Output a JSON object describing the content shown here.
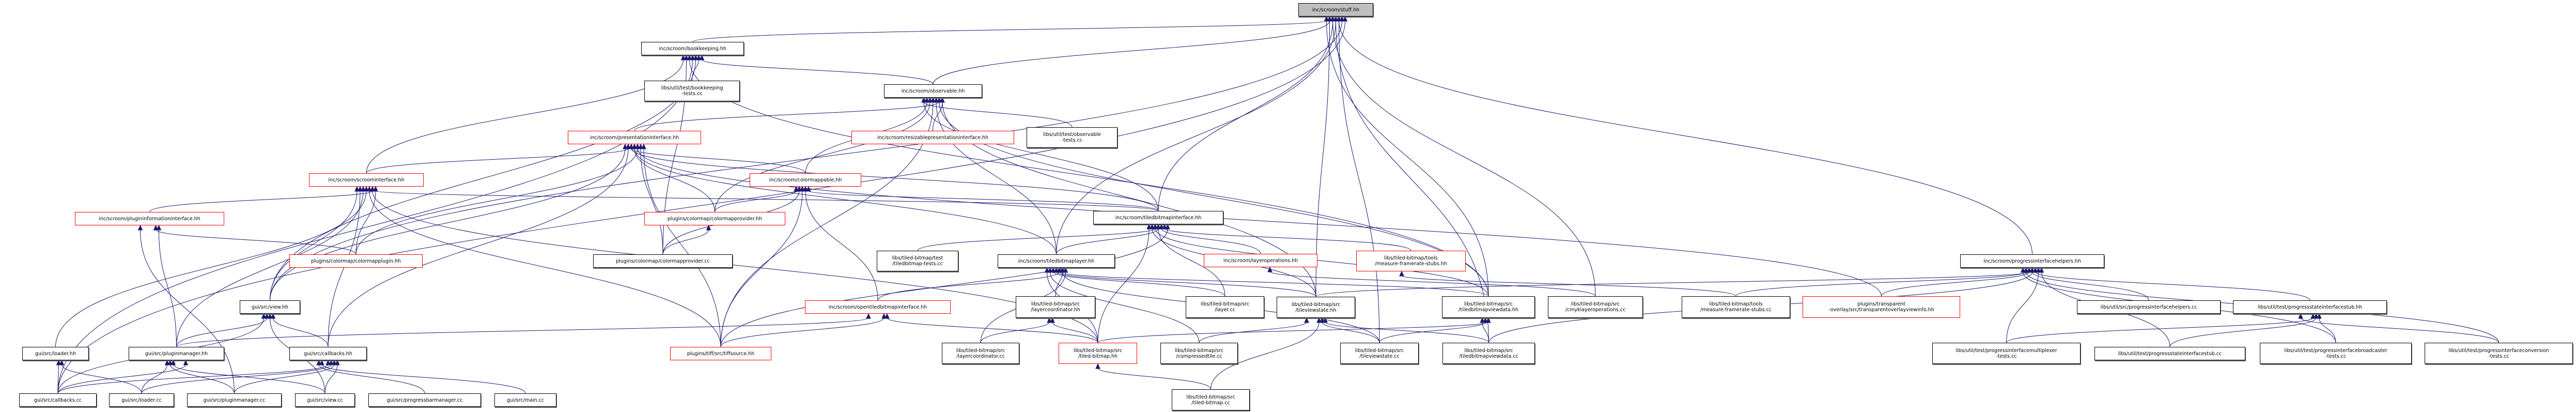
{
  "graph": {
    "title": "Include dependency graph for inc/scroom/stuff.hh",
    "colors": {
      "edge": "#191970",
      "root_fill": "#bfbfbf",
      "incomplete_border": "#ff0000",
      "normal_border": "#000000"
    },
    "nodes": [
      {
        "id": "stuff",
        "label": "inc/scroom/stuff.hh",
        "style": "root"
      },
      {
        "id": "bookkeeping",
        "label": "inc/scroom/bookkeeping.hh",
        "style": "normal"
      },
      {
        "id": "bookkeeping_tests",
        "label": "libs/util/test/bookkeeping\n-tests.cc",
        "style": "normal"
      },
      {
        "id": "observable",
        "label": "inc/scroom/observable.hh",
        "style": "normal"
      },
      {
        "id": "presentationinterface",
        "label": "inc/scroom/presentationinterface.hh",
        "style": "red"
      },
      {
        "id": "resizablepresentationinterface",
        "label": "inc/scroom/resizablepresentationinterface.hh",
        "style": "red"
      },
      {
        "id": "observable_tests",
        "label": "libs/util/test/observable\n-tests.cc",
        "style": "normal"
      },
      {
        "id": "scroominterface",
        "label": "inc/scroom/scroominterface.hh",
        "style": "red"
      },
      {
        "id": "colormappable",
        "label": "inc/scroom/colormappable.hh",
        "style": "red"
      },
      {
        "id": "plugininformationinterface",
        "label": "inc/scroom/plugininformationinterface.hh",
        "style": "red"
      },
      {
        "id": "colormapprovider_hh",
        "label": "plugins/colormap/colormapprovider.hh",
        "style": "red"
      },
      {
        "id": "tiledbitmapinterface",
        "label": "inc/scroom/tiledbitmapinterface.hh",
        "style": "normal"
      },
      {
        "id": "colormapplugin",
        "label": "plugins/colormap/colormapplugin.hh",
        "style": "red"
      },
      {
        "id": "colormapprovider_cc",
        "label": "plugins/colormap/colormapprovider.cc",
        "style": "normal"
      },
      {
        "id": "tiledbitmap_tests",
        "label": "libs/tiled-bitmap/test\n/tiledbitmap-tests.cc",
        "style": "normal"
      },
      {
        "id": "tiledbitmaplayer",
        "label": "inc/scroom/tiledbitmaplayer.hh",
        "style": "normal"
      },
      {
        "id": "layeroperations",
        "label": "inc/scroom/layeroperations.hh",
        "style": "red"
      },
      {
        "id": "measure_stubs_hh",
        "label": "libs/tiled-bitmap/tools\n/measure-framerate-stubs.hh",
        "style": "red"
      },
      {
        "id": "progressinterfacehelpers_hh",
        "label": "inc/scroom/progressinterfacehelpers.hh",
        "style": "normal"
      },
      {
        "id": "view_hh",
        "label": "gui/src/view.hh",
        "style": "normal"
      },
      {
        "id": "opentiledbitmapinterface",
        "label": "inc/scroom/opentiledbitmapinterface.hh",
        "style": "red"
      },
      {
        "id": "layercoordinator_hh",
        "label": "libs/tiled-bitmap/src\n/layercoordinator.hh",
        "style": "normal"
      },
      {
        "id": "layer_cc",
        "label": "libs/tiled-bitmap/src\n/layer.cc",
        "style": "normal"
      },
      {
        "id": "tileviewstate_hh",
        "label": "libs/tiled-bitmap/src\n/tileviewstate.hh",
        "style": "normal"
      },
      {
        "id": "tiledbitmapviewdata_hh",
        "label": "libs/tiled-bitmap/src\n/tiledbitmapviewdata.hh",
        "style": "normal"
      },
      {
        "id": "cmyklayeroperations",
        "label": "libs/tiled-bitmap/src\n/cmyklayeroperations.cc",
        "style": "normal"
      },
      {
        "id": "measure_stubs_cc",
        "label": "libs/tiled-bitmap/tools\n/measure-framerate-stubs.cc",
        "style": "normal"
      },
      {
        "id": "transparentoverlayviewinfo",
        "label": "plugins/transparent\n-overlay/src/transparentoverlayviewinfo.hh",
        "style": "red"
      },
      {
        "id": "progressinterfacehelpers_cc",
        "label": "libs/util/src/progressinterfacehelpers.cc",
        "style": "normal"
      },
      {
        "id": "progressstateinterfacestub_hh",
        "label": "libs/util/test/progressstateinterfacestub.hh",
        "style": "normal"
      },
      {
        "id": "loader_hh",
        "label": "gui/src/loader.hh",
        "style": "normal"
      },
      {
        "id": "pluginmanager_hh",
        "label": "gui/src/pluginmanager.hh",
        "style": "normal"
      },
      {
        "id": "callbacks_hh",
        "label": "gui/src/callbacks.hh",
        "style": "normal"
      },
      {
        "id": "tiffsource",
        "label": "plugins/tiff/src/tiffsource.hh",
        "style": "red"
      },
      {
        "id": "layercoordinator_cc",
        "label": "libs/tiled-bitmap/src\n/layercoordinator.cc",
        "style": "normal"
      },
      {
        "id": "tiled_bitmap_hh",
        "label": "libs/tiled-bitmap/src\n/tiled-bitmap.hh",
        "style": "red"
      },
      {
        "id": "compressedtile",
        "label": "libs/tiled-bitmap/src\n/compressedtile.cc",
        "style": "normal"
      },
      {
        "id": "tileviewstate_cc",
        "label": "libs/tiled-bitmap/src\n/tileviewstate.cc",
        "style": "normal"
      },
      {
        "id": "tiledbitmapviewdata_cc",
        "label": "libs/tiled-bitmap/src\n/tiledbitmapviewdata.cc",
        "style": "normal"
      },
      {
        "id": "multiplexer_tests",
        "label": "libs/util/test/progressinterfacemultiplexer\n-tests.cc",
        "style": "normal"
      },
      {
        "id": "progressstateinterfacestub_cc",
        "label": "libs/util/test/progressstateinterfacestub.cc",
        "style": "normal"
      },
      {
        "id": "broadcaster_tests",
        "label": "libs/util/test/progressinterfacebroadcaster\n-tests.cc",
        "style": "normal"
      },
      {
        "id": "conversion_tests",
        "label": "libs/util/test/progressinterfaceconversion\n-tests.cc",
        "style": "normal"
      },
      {
        "id": "callbacks_cc",
        "label": "gui/src/callbacks.cc",
        "style": "normal"
      },
      {
        "id": "loader_cc",
        "label": "gui/src/loader.cc",
        "style": "normal"
      },
      {
        "id": "pluginmanager_cc",
        "label": "gui/src/pluginmanager.cc",
        "style": "normal"
      },
      {
        "id": "view_cc",
        "label": "gui/src/view.cc",
        "style": "normal"
      },
      {
        "id": "progressbarmanager",
        "label": "gui/src/progressbarmanager.cc",
        "style": "normal"
      },
      {
        "id": "main_cc",
        "label": "gui/src/main.cc",
        "style": "normal"
      },
      {
        "id": "tiled_bitmap_cc",
        "label": "libs/tiled-bitmap/src\n/tiled-bitmap.cc",
        "style": "normal"
      }
    ],
    "edges": [
      [
        "bookkeeping",
        "stuff"
      ],
      [
        "observable",
        "stuff"
      ],
      [
        "tiledbitmapinterface",
        "stuff"
      ],
      [
        "tiledbitmaplayer",
        "stuff"
      ],
      [
        "progressinterfacehelpers_hh",
        "stuff"
      ],
      [
        "view_hh",
        "stuff"
      ],
      [
        "callbacks_cc",
        "stuff"
      ],
      [
        "tiledbitmapviewdata_hh",
        "stuff"
      ],
      [
        "tileviewstate_hh",
        "stuff"
      ],
      [
        "cmyklayeroperations",
        "stuff"
      ],
      [
        "tiledbitmapviewdata_cc",
        "stuff"
      ],
      [
        "tileviewstate_cc",
        "stuff"
      ],
      [
        "bookkeeping_tests",
        "bookkeeping"
      ],
      [
        "observable",
        "bookkeeping"
      ],
      [
        "scroominterface",
        "bookkeeping"
      ],
      [
        "colormapprovider_cc",
        "bookkeeping"
      ],
      [
        "tiledbitmapviewdata_hh",
        "bookkeeping"
      ],
      [
        "callbacks_cc",
        "bookkeeping"
      ],
      [
        "view_hh",
        "bookkeeping"
      ],
      [
        "presentationinterface",
        "observable"
      ],
      [
        "resizablepresentationinterface",
        "observable"
      ],
      [
        "observable_tests",
        "observable"
      ],
      [
        "colormappable",
        "observable"
      ],
      [
        "colormapprovider_hh",
        "observable"
      ],
      [
        "tiffsource",
        "observable"
      ],
      [
        "tiledbitmaplayer",
        "observable"
      ],
      [
        "tiledbitmapviewdata_hh",
        "observable"
      ],
      [
        "tileviewstate_hh",
        "observable"
      ],
      [
        "tiledbitmapinterface",
        "observable"
      ],
      [
        "scroominterface",
        "presentationinterface"
      ],
      [
        "colormappable",
        "presentationinterface"
      ],
      [
        "colormapprovider_hh",
        "presentationinterface"
      ],
      [
        "colormapplugin",
        "presentationinterface"
      ],
      [
        "colormapprovider_cc",
        "presentationinterface"
      ],
      [
        "tiffsource",
        "presentationinterface"
      ],
      [
        "view_hh",
        "presentationinterface"
      ],
      [
        "callbacks_hh",
        "presentationinterface"
      ],
      [
        "tiledbitmapinterface",
        "presentationinterface"
      ],
      [
        "tiledbitmaplayer",
        "presentationinterface"
      ],
      [
        "transparentoverlayviewinfo",
        "presentationinterface"
      ],
      [
        "plugininformationinterface",
        "scroominterface"
      ],
      [
        "colormapplugin",
        "scroominterface"
      ],
      [
        "view_hh",
        "scroominterface"
      ],
      [
        "callbacks_hh",
        "scroominterface"
      ],
      [
        "pluginmanager_hh",
        "scroominterface"
      ],
      [
        "loader_hh",
        "scroominterface"
      ],
      [
        "tiffsource",
        "scroominterface"
      ],
      [
        "tiled_bitmap_hh",
        "scroominterface"
      ],
      [
        "tiledbitmapinterface",
        "scroominterface"
      ],
      [
        "colormapprovider_hh",
        "colormappable"
      ],
      [
        "colormapprovider_cc",
        "colormappable"
      ],
      [
        "tiffsource",
        "colormappable"
      ],
      [
        "opentiledbitmapinterface",
        "colormappable"
      ],
      [
        "tiledbitmapinterface",
        "colormappable"
      ],
      [
        "colormapplugin",
        "plugininformationinterface"
      ],
      [
        "pluginmanager_hh",
        "plugininformationinterface"
      ],
      [
        "pluginmanager_cc",
        "plugininformationinterface"
      ],
      [
        "colormapprovider_cc",
        "colormapprovider_hh"
      ],
      [
        "tiledbitmap_tests",
        "tiledbitmapinterface"
      ],
      [
        "tiledbitmaplayer",
        "tiledbitmapinterface"
      ],
      [
        "layeroperations",
        "tiledbitmapinterface"
      ],
      [
        "measure_stubs_hh",
        "tiledbitmapinterface"
      ],
      [
        "tiffsource",
        "tiledbitmapinterface"
      ],
      [
        "tiled_bitmap_hh",
        "tiledbitmapinterface"
      ],
      [
        "tileviewstate_hh",
        "tiledbitmapinterface"
      ],
      [
        "tiledbitmapviewdata_hh",
        "tiledbitmapinterface"
      ],
      [
        "layer_cc",
        "tiledbitmapinterface"
      ],
      [
        "opentiledbitmapinterface",
        "tiledbitmaplayer"
      ],
      [
        "layercoordinator_hh",
        "tiledbitmaplayer"
      ],
      [
        "layercoordinator_cc",
        "tiledbitmaplayer"
      ],
      [
        "tiled_bitmap_hh",
        "tiledbitmaplayer"
      ],
      [
        "compressedtile",
        "tiledbitmaplayer"
      ],
      [
        "layer_cc",
        "tiledbitmaplayer"
      ],
      [
        "tileviewstate_hh",
        "tiledbitmaplayer"
      ],
      [
        "tiledbitmapviewdata_hh",
        "tiledbitmaplayer"
      ],
      [
        "tileviewstate_cc",
        "tiledbitmaplayer"
      ],
      [
        "cmyklayeroperations",
        "layeroperations"
      ],
      [
        "measure_stubs_cc",
        "measure_stubs_hh"
      ],
      [
        "measure_stubs_cc",
        "progressinterfacehelpers_hh"
      ],
      [
        "transparentoverlayviewinfo",
        "progressinterfacehelpers_hh"
      ],
      [
        "progressinterfacehelpers_cc",
        "progressinterfacehelpers_hh"
      ],
      [
        "progressstateinterfacestub_hh",
        "progressinterfacehelpers_hh"
      ],
      [
        "multiplexer_tests",
        "progressinterfacehelpers_hh"
      ],
      [
        "progressstateinterfacestub_cc",
        "progressinterfacehelpers_hh"
      ],
      [
        "broadcaster_tests",
        "progressinterfacehelpers_hh"
      ],
      [
        "conversion_tests",
        "progressinterfacehelpers_hh"
      ],
      [
        "tileviewstate_hh",
        "progressinterfacehelpers_hh"
      ],
      [
        "tiledbitmapviewdata_cc",
        "progressinterfacehelpers_hh"
      ],
      [
        "multiplexer_tests",
        "progressstateinterfacestub_hh"
      ],
      [
        "progressstateinterfacestub_cc",
        "progressstateinterfacestub_hh"
      ],
      [
        "broadcaster_tests",
        "progressstateinterfacestub_hh"
      ],
      [
        "conversion_tests",
        "progressstateinterfacestub_hh"
      ],
      [
        "callbacks_cc",
        "view_hh"
      ],
      [
        "pluginmanager_hh",
        "view_hh"
      ],
      [
        "view_cc",
        "view_hh"
      ],
      [
        "callbacks_hh",
        "view_hh"
      ],
      [
        "tiffsource",
        "opentiledbitmapinterface"
      ],
      [
        "tiled_bitmap_hh",
        "opentiledbitmapinterface"
      ],
      [
        "pluginmanager_hh",
        "opentiledbitmapinterface"
      ],
      [
        "layercoordinator_cc",
        "layercoordinator_hh"
      ],
      [
        "tiled_bitmap_hh",
        "layercoordinator_hh"
      ],
      [
        "tiled_bitmap_cc",
        "tiled_bitmap_hh"
      ],
      [
        "tiled_bitmap_cc",
        "tileviewstate_hh"
      ],
      [
        "tileviewstate_cc",
        "tileviewstate_hh"
      ],
      [
        "tiledbitmapviewdata_cc",
        "tileviewstate_hh"
      ],
      [
        "compressedtile",
        "tileviewstate_hh"
      ],
      [
        "tiledbitmapviewdata_cc",
        "tiledbitmapviewdata_hh"
      ],
      [
        "tileviewstate_cc",
        "tiledbitmapviewdata_hh"
      ],
      [
        "tiled_bitmap_hh",
        "tiledbitmapviewdata_hh"
      ],
      [
        "callbacks_cc",
        "loader_hh"
      ],
      [
        "loader_cc",
        "loader_hh"
      ],
      [
        "callbacks_cc",
        "pluginmanager_hh"
      ],
      [
        "loader_cc",
        "pluginmanager_hh"
      ],
      [
        "pluginmanager_cc",
        "pluginmanager_hh"
      ],
      [
        "view_cc",
        "pluginmanager_hh"
      ],
      [
        "callbacks_cc",
        "callbacks_hh"
      ],
      [
        "loader_cc",
        "callbacks_hh"
      ],
      [
        "pluginmanager_cc",
        "callbacks_hh"
      ],
      [
        "view_cc",
        "callbacks_hh"
      ],
      [
        "progressbarmanager",
        "callbacks_hh"
      ],
      [
        "main_cc",
        "callbacks_hh"
      ]
    ]
  }
}
